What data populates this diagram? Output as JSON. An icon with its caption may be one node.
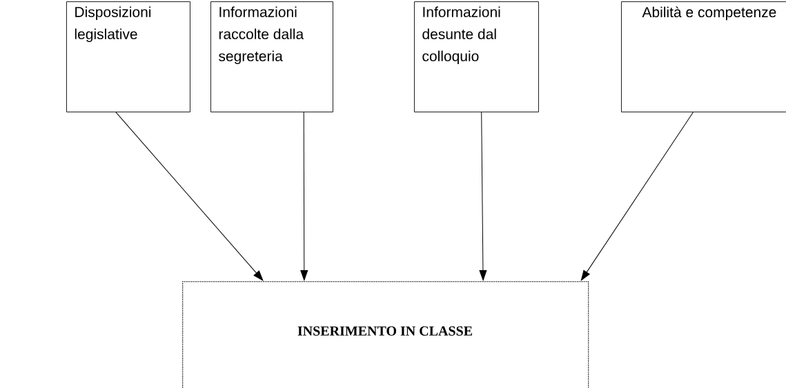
{
  "diagram": {
    "nodes": [
      {
        "text": [
          "Disposizioni legislative"
        ]
      },
      {
        "text": [
          "Informazioni raccolte dalla segreteria"
        ]
      },
      {
        "text": [
          "Informazioni desunte dal colloquio"
        ]
      },
      {
        "text": [
          "Abilità e competenze"
        ]
      },
      {
        "text": [
          "INSERIMENTO IN CLASSE"
        ]
      }
    ],
    "edges": [
      {
        "from": 0,
        "to": 4,
        "arrow": "to"
      },
      {
        "from": 1,
        "to": 4,
        "arrow": "to"
      },
      {
        "from": 2,
        "to": 4,
        "arrow": "to"
      },
      {
        "from": 3,
        "to": 4,
        "arrow": "to"
      }
    ]
  }
}
